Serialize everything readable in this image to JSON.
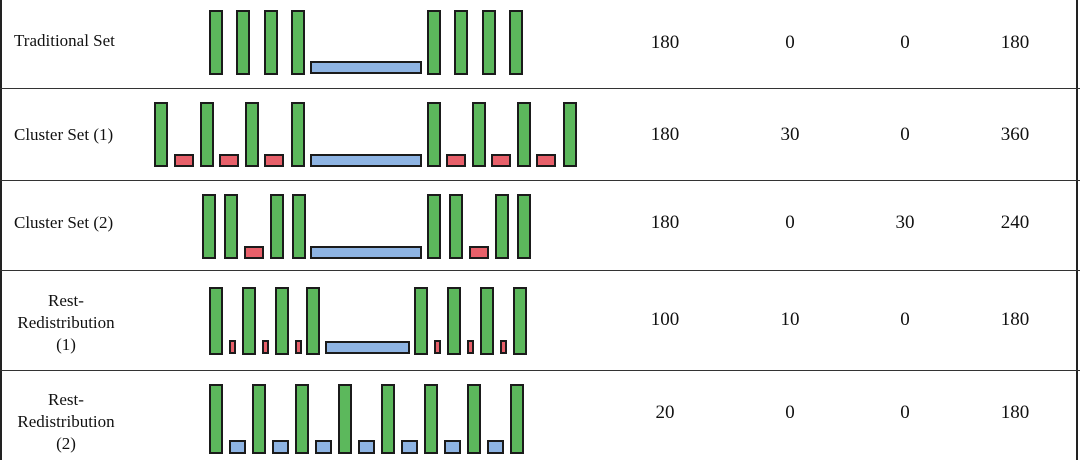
{
  "rows": [
    {
      "label": "Traditional Set",
      "values": [
        "180",
        "0",
        "0",
        "180"
      ]
    },
    {
      "label": "Cluster Set (1)",
      "values": [
        "180",
        "30",
        "0",
        "360"
      ]
    },
    {
      "label": "Cluster Set (2)",
      "values": [
        "180",
        "0",
        "30",
        "240"
      ]
    },
    {
      "label": "Rest-Redistribution (1)",
      "label_lines": [
        "Rest-",
        "Redistribution",
        "(1)"
      ],
      "values": [
        "100",
        "10",
        "0",
        "180"
      ]
    },
    {
      "label": "Rest-Redistribution (2)",
      "label_lines": [
        "Rest-",
        "Redistribution",
        "(2)"
      ],
      "values": [
        "20",
        "0",
        "0",
        "180"
      ]
    }
  ],
  "colors": {
    "work_bar": "#5cb85c",
    "long_rest_bar": "#8eb4e3",
    "short_rest_bar": "#e8606a",
    "border": "#1b1b1b"
  }
}
